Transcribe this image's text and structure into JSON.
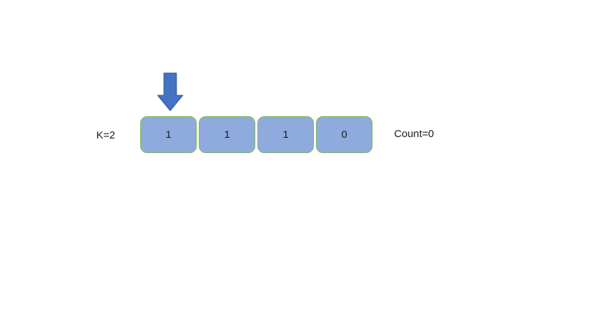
{
  "diagram": {
    "k_label": "K=2",
    "count_label": "Count=0",
    "cells": [
      "1",
      "1",
      "1",
      "0"
    ],
    "pointer": {
      "icon": "down-arrow-icon",
      "cell_index": 0
    },
    "colors": {
      "background": "#ffffff",
      "text": "#1a1a1a",
      "cell_fill": "#8faadc",
      "cell_border": "#7fba59",
      "arrow_fill": "#4472c4",
      "arrow_border": "#2e5395"
    }
  }
}
